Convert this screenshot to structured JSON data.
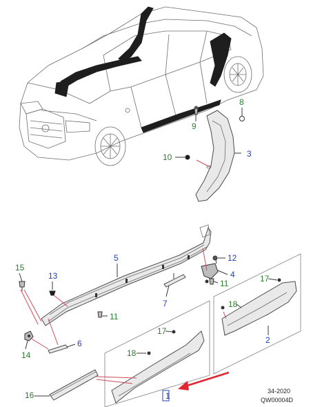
{
  "colors": {
    "callout_green": "#2e7d32",
    "callout_blue": "#1f3fbf",
    "leader_line": "#d14b57",
    "highlight_arrow": "#e0262f"
  },
  "callouts": {
    "c1": "1",
    "c2": "2",
    "c3": "3",
    "c4": "4",
    "c5": "5",
    "c6": "6",
    "c7": "7",
    "c8": "8",
    "c9": "9",
    "c10": "10",
    "c11a": "11",
    "c11b": "11",
    "c12": "12",
    "c13": "13",
    "c14": "14",
    "c15": "15",
    "c16": "16",
    "c17a": "17",
    "c17b": "17",
    "c18a": "18",
    "c18b": "18"
  },
  "reference": {
    "section": "34-2020",
    "code": "QW00004D"
  }
}
